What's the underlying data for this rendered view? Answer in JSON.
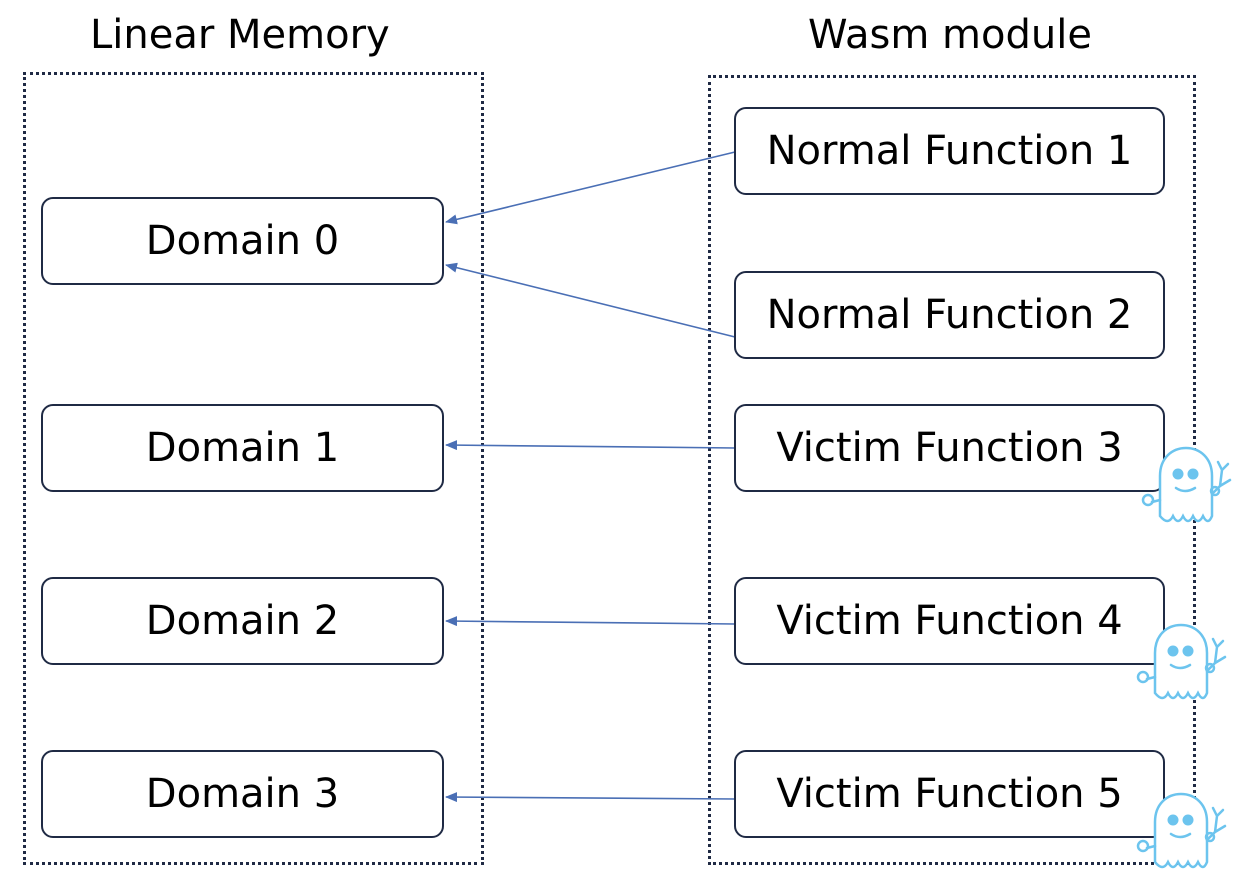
{
  "titles": {
    "left": "Linear Memory",
    "right": "Wasm module"
  },
  "domains": [
    "Domain 0",
    "Domain 1",
    "Domain 2",
    "Domain 3"
  ],
  "functions": [
    "Normal Function 1",
    "Normal Function 2",
    "Victim Function 3",
    "Victim Function 4",
    "Victim Function 5"
  ],
  "colors": {
    "arrow": "#4a6fb5",
    "border": "#1f2a44",
    "ghost": "#6cc4ee"
  },
  "icons": [
    "spectre-ghost-icon"
  ]
}
